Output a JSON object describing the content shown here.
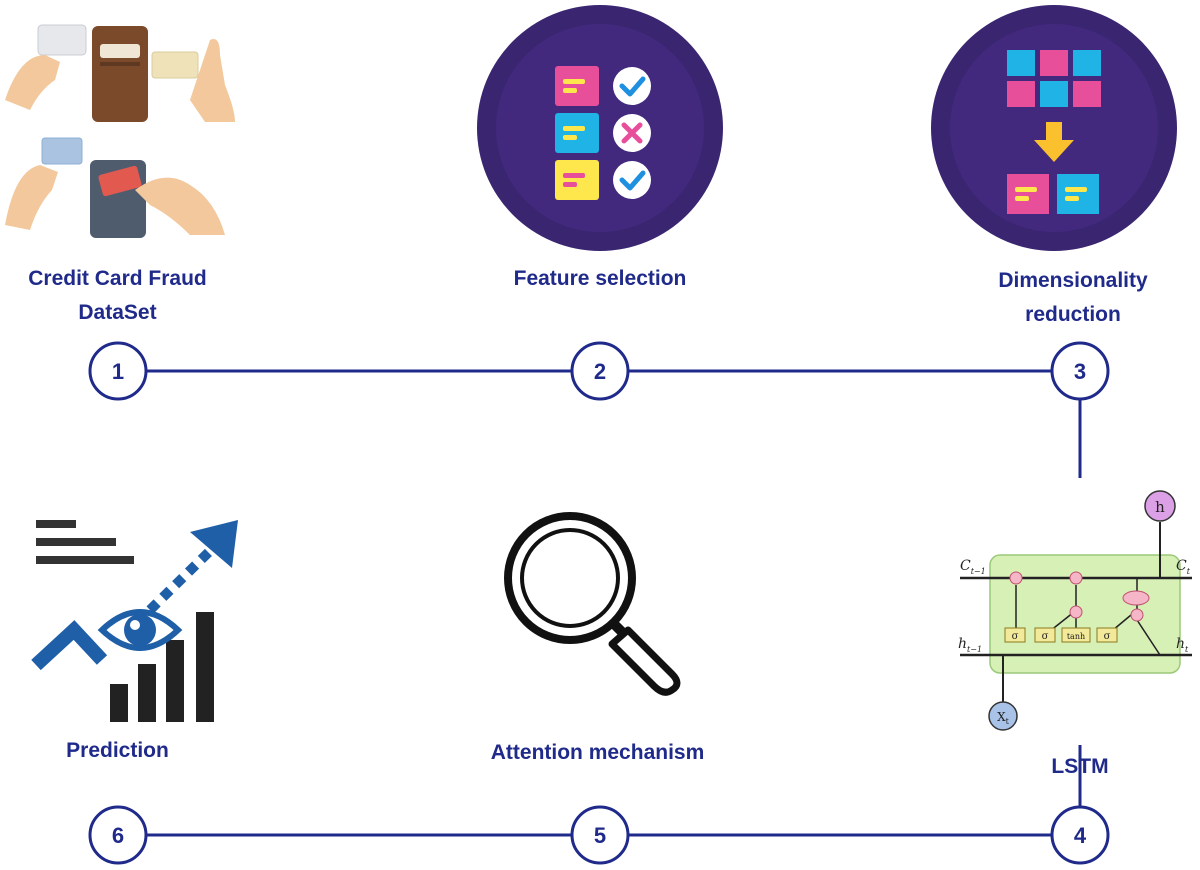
{
  "colors": {
    "navy": "#1f2a8a",
    "circle_bg": "#3a2570",
    "pink": "#e84f9a",
    "yellow": "#fde74c",
    "cyan": "#1fb3e6",
    "check_blue": "#1f8fe0",
    "arrow_blue": "#1f5fa8",
    "lstm_green": "#d7f0b6"
  },
  "steps": [
    {
      "number": "1",
      "label_line1": "Credit Card Fraud",
      "label_line2": "DataSet",
      "icon": "credit-card-hands-icon"
    },
    {
      "number": "2",
      "label_line1": "Feature selection",
      "icon": "checklist-icon"
    },
    {
      "number": "3",
      "label_line1": "Dimensionality",
      "label_line2": "reduction",
      "icon": "grid-reduce-icon"
    },
    {
      "number": "4",
      "label_line1": "LSTM",
      "icon": "lstm-cell-icon"
    },
    {
      "number": "5",
      "label_line1": "Attention mechanism",
      "icon": "magnifier-icon"
    },
    {
      "number": "6",
      "label_line1": "Prediction",
      "icon": "eye-growth-chart-icon"
    }
  ],
  "lstm": {
    "c_prev": "C",
    "c_prev_sub": "t−1",
    "c_next": "C",
    "c_next_sub": "t",
    "h_prev": "h",
    "h_prev_sub": "t−1",
    "h_next": "h",
    "h_next_sub": "t",
    "output": "h",
    "input": "X",
    "input_sub": "t",
    "gate_sigma": "σ",
    "gate_tanh": "tanh"
  }
}
